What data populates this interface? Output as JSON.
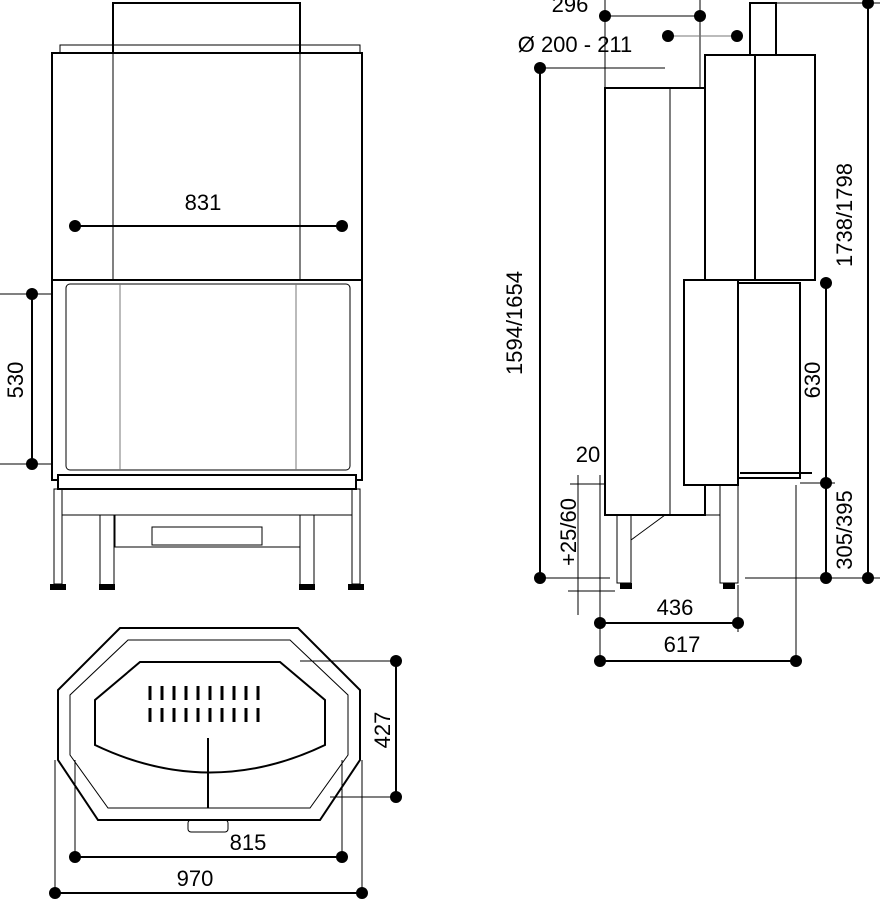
{
  "front_view": {
    "width_831": "831",
    "height_530": "530"
  },
  "side_view": {
    "d_296": "296",
    "flue_diameter": "Ø 200 - 211",
    "height_1594": "1594/1654",
    "height_1738": "1738/1798",
    "glass_630": "630",
    "d_20": "20",
    "adjust_25": "+25/60",
    "base_305": "305/395",
    "depth_436": "436",
    "depth_617": "617"
  },
  "top_view": {
    "depth_427": "427",
    "width_815": "815",
    "width_970": "970"
  }
}
